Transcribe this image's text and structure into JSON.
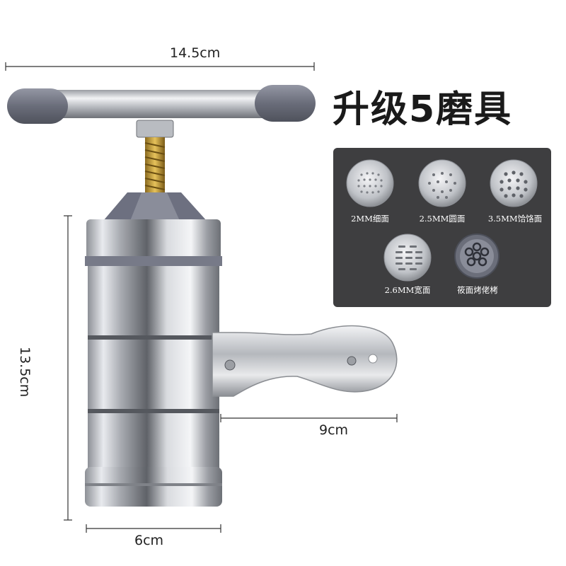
{
  "dimensions": {
    "width_label": "14.5cm",
    "height_label": "13.5cm",
    "handle_label": "9cm",
    "base_label": "6cm"
  },
  "headline": "升级5磨具",
  "discs": [
    {
      "label": "2MM细面",
      "pattern": "fine-holes"
    },
    {
      "label": "2.5MM圆面",
      "pattern": "round-holes"
    },
    {
      "label": "3.5MM饸饹面",
      "pattern": "large-holes"
    },
    {
      "label": "2.6MM宽面",
      "pattern": "slots"
    },
    {
      "label": "筱面烤佬栲",
      "pattern": "rings"
    }
  ],
  "colors": {
    "panel": "#3e3e40",
    "handle_cap": "#6f7280",
    "steel": "#c8cbd0",
    "accent_gray": "#777a88"
  }
}
